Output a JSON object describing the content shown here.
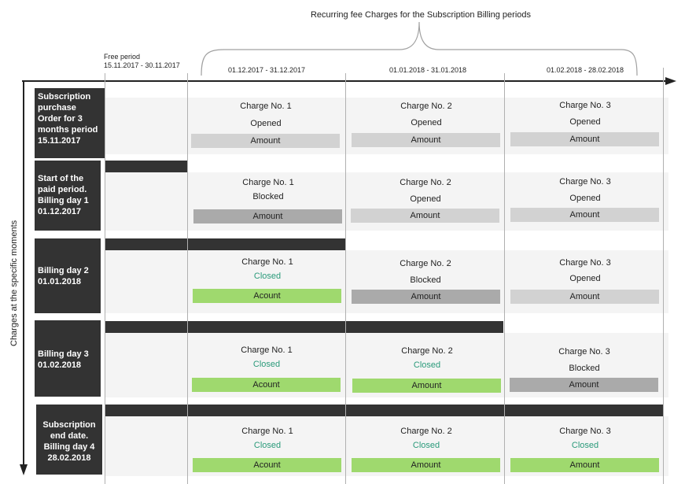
{
  "title": "Recurring fee Charges for the Subscription Billing periods",
  "free_period": {
    "label": "Free period",
    "dates": "15.11.2017 - 30.11.2017"
  },
  "periods": [
    "01.12.2017 - 31.12.2017",
    "01.01.2018 - 31.01.2018",
    "01.02.2018 - 28.02.2018"
  ],
  "y_axis_label": "Charges at the specific moments",
  "rows": [
    {
      "label": "Subscription purchase Order for 3 months period 15.11.2017",
      "cells": [
        {
          "title": "Charge No. 1",
          "status": "Opened",
          "amount": "Amount"
        },
        {
          "title": "Charge No. 2",
          "status": "Opened",
          "amount": "Amount"
        },
        {
          "title": "Charge No. 3",
          "status": "Opened",
          "amount": "Amount"
        }
      ]
    },
    {
      "label": "Start of the paid period. Billing day 1 01.12.2017",
      "cells": [
        {
          "title": "Charge No. 1",
          "status": "Blocked",
          "amount": "Amount"
        },
        {
          "title": "Charge No. 2",
          "status": "Opened",
          "amount": "Amount"
        },
        {
          "title": "Charge No. 3",
          "status": "Opened",
          "amount": "Amount"
        }
      ]
    },
    {
      "label": "Billing day 2 01.01.2018",
      "cells": [
        {
          "title": "Charge No. 1",
          "status": "Closed",
          "amount": "Acount"
        },
        {
          "title": "Charge No.  2",
          "status": "Blocked",
          "amount": "Amount"
        },
        {
          "title": "Charge No. 3",
          "status": "Opened",
          "amount": "Amount"
        }
      ]
    },
    {
      "label": "Billing day 3 01.02.2018",
      "cells": [
        {
          "title": "Charge No. 1",
          "status": "Closed",
          "amount": "Acount"
        },
        {
          "title": "Charge No. 2",
          "status": "Closed",
          "amount": "Amount"
        },
        {
          "title": "Charge No.  3",
          "status": "Blocked",
          "amount": "Amount"
        }
      ]
    },
    {
      "label": "Subscription end date. Billing day 4 28.02.2018",
      "cells": [
        {
          "title": "Charge No. 1",
          "status": "Closed",
          "amount": "Acount"
        },
        {
          "title": "Charge No. 2",
          "status": "Closed",
          "amount": "Amount"
        },
        {
          "title": "Charge No. 3",
          "status": "Closed",
          "amount": "Amount"
        }
      ]
    }
  ]
}
